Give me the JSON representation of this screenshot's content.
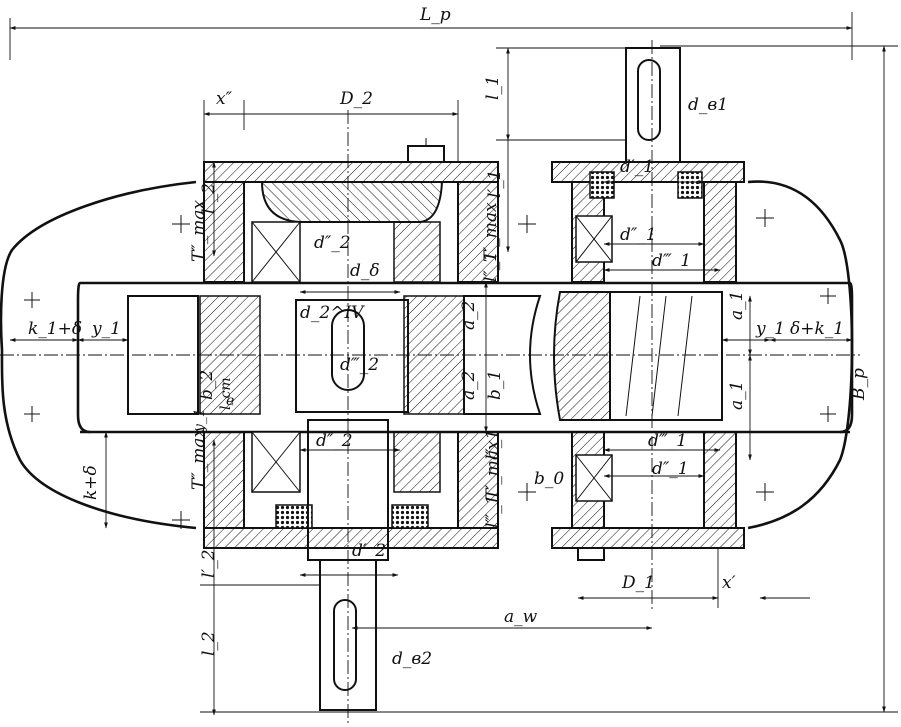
{
  "labels": {
    "Lp": "L_p",
    "Bp": "B_p",
    "x2": "x″",
    "D2": "D_2",
    "l1": "l_1",
    "dv1": "d_в1",
    "d1p": "d′_1",
    "l2pp": "l″_2",
    "l1p": "l′_1",
    "Tmax_pp_top": "T″_max",
    "d2pp_top": "d″_2",
    "d_delta": "d_δ",
    "Tmax_p_top": "T′_max",
    "l1pp": "l″_1",
    "d1pp_top": "d″_1",
    "d1ppp_top": "d‴_1",
    "k1delta_left": "k_1+δ",
    "y1_left": "y_1",
    "d2iv": "d_2^IV",
    "a2_top": "a_2",
    "a1_top": "a_1",
    "y1_right": "y_1",
    "delta_k1_right": "δ+k_1",
    "d2ppp": "d‴_2",
    "b2": "b_2",
    "e": "e",
    "lcm": "l_cm",
    "a2_bot": "a_2",
    "b1": "b_1",
    "a1_bot": "a_1",
    "k_delta": "k+δ",
    "y1_vert": "y_1",
    "Tmax_pp_bot": "T″_max",
    "d2pp_bot": "d″_2",
    "l1pp_bot": "l″_1",
    "Tmax_p_bot": "T′_max",
    "l1ppp": "l‴_1",
    "b0": "b_0",
    "d1ppp_bot": "d‴_1",
    "d1pp_bot": "d″_1",
    "d2p": "d′_2",
    "l2p": "l′_2",
    "D1": "D_1",
    "xp": "x′",
    "aw": "a_w",
    "l2": "l_2",
    "dv2": "d_в2"
  },
  "colors": {
    "ink": "#111111",
    "paper": "#ffffff"
  }
}
